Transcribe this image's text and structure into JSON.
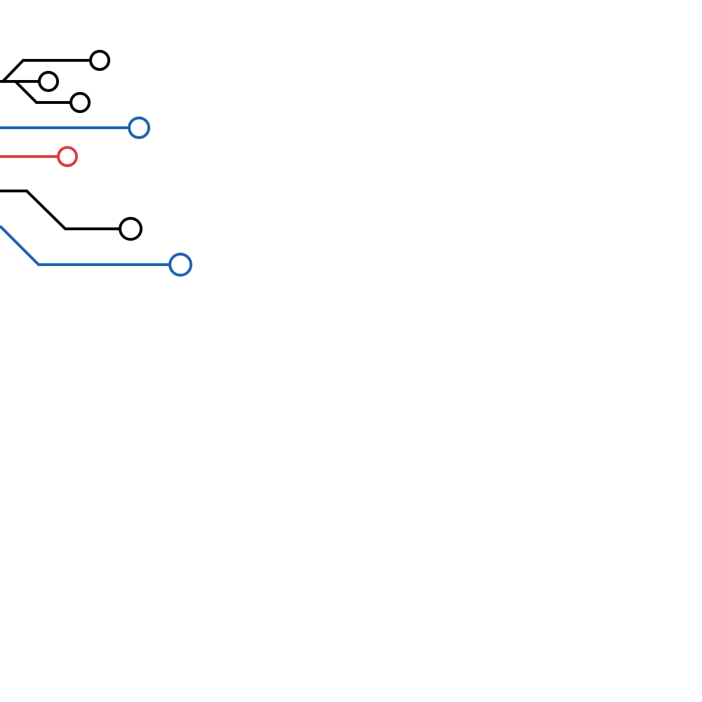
{
  "diagram": {
    "background": "#ffffff",
    "traces": [
      {
        "name": "trace-black-top-1",
        "color": "#000000"
      },
      {
        "name": "trace-black-top-2",
        "color": "#000000"
      },
      {
        "name": "trace-black-top-3",
        "color": "#000000"
      },
      {
        "name": "trace-blue-upper",
        "color": "#1f63b0"
      },
      {
        "name": "trace-red",
        "color": "#d93f3f"
      },
      {
        "name": "trace-black-lower",
        "color": "#000000"
      },
      {
        "name": "trace-blue-lower",
        "color": "#1f63b0"
      }
    ]
  }
}
